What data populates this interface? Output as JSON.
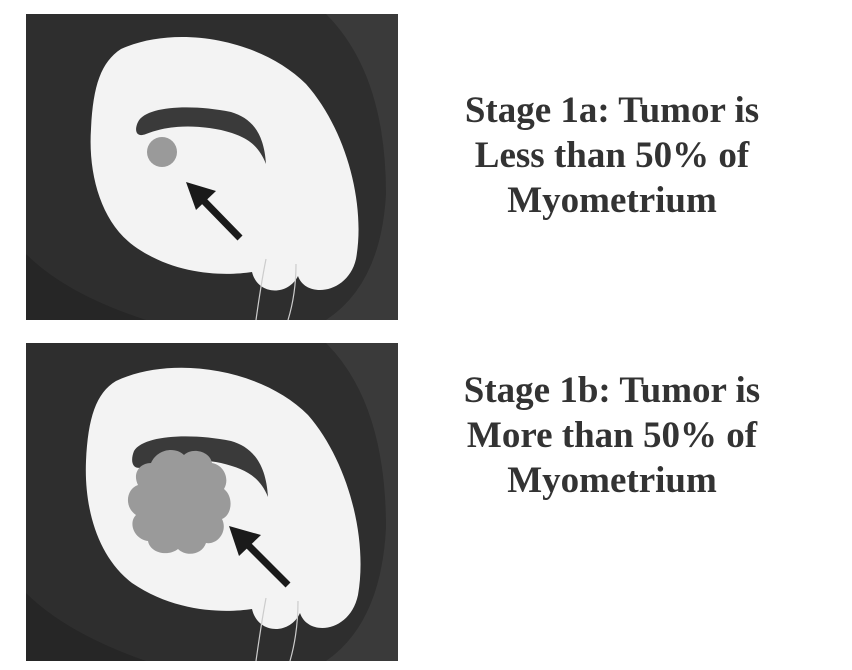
{
  "stages": [
    {
      "id": "1a",
      "caption_lines": [
        "Stage 1a: Tumor is",
        "Less than 50% of",
        "Myometrium"
      ],
      "tumor_size": "small"
    },
    {
      "id": "1b",
      "caption_lines": [
        "Stage 1b: Tumor is",
        "More than 50% of",
        "Myometrium"
      ],
      "tumor_size": "large"
    }
  ],
  "colors": {
    "background": "#2e2e2e",
    "uterus_wall": "#f3f3f3",
    "cavity": "#3a3a3a",
    "tumor": "#9a9a9a",
    "arrow": "#1a1a1a",
    "caption_text": "#333333"
  }
}
